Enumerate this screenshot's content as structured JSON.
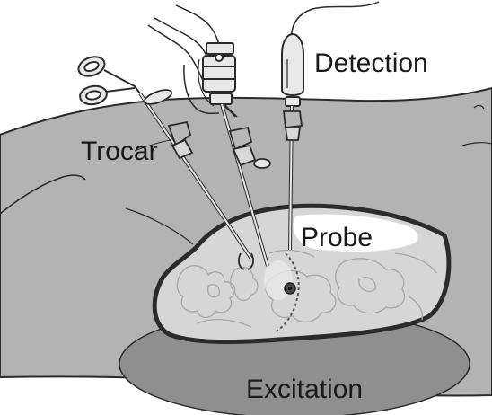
{
  "labels": {
    "detection": "Detection",
    "trocar": "Trocar",
    "probe": "Probe",
    "excitation": "Excitation"
  },
  "colors": {
    "body": "#b3b3b3",
    "excitation": "#8f8f8f",
    "organ": "#d6d6d6",
    "outline": "#2b2b2b",
    "instrument": "#e8e8e8"
  }
}
